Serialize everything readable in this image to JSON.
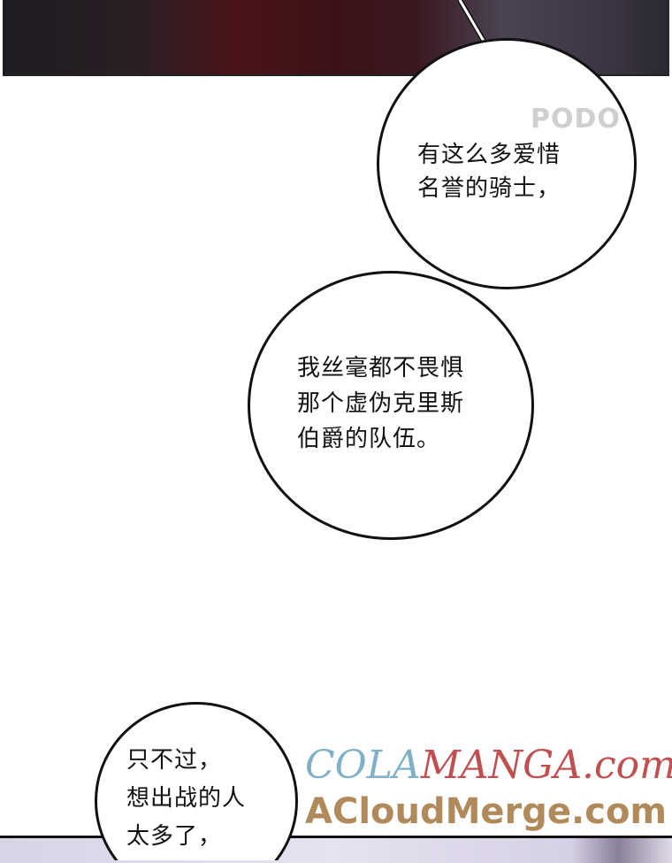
{
  "bubbles": [
    {
      "lines": [
        "有这么多爱惜",
        "名誉的骑士，"
      ]
    },
    {
      "lines": [
        "我丝毫都不畏惧",
        "那个虚伪克里斯",
        "伯爵的队伍。"
      ]
    },
    {
      "lines": [
        "只不过，",
        "想出战的人",
        "太多了，"
      ]
    }
  ],
  "watermarks": {
    "podo": "PODO",
    "colamanga_a": "COLA",
    "colamanga_b": "MANGA.com",
    "acloudmerge": "ACloudMerge.com"
  }
}
